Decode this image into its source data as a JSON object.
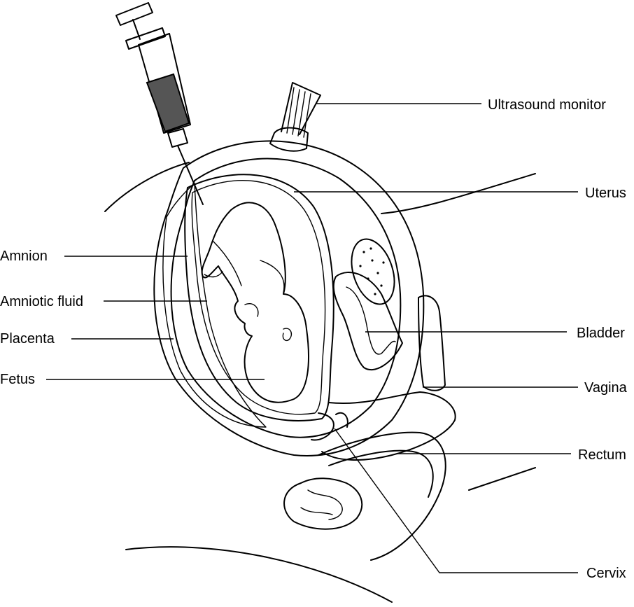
{
  "labels": {
    "ultrasound_monitor": "Ultrasound monitor",
    "uterus": "Uterus",
    "amnion": "Amnion",
    "amniotic_fluid": "Amniotic fluid",
    "placenta": "Placenta",
    "fetus": "Fetus",
    "bladder": "Bladder",
    "vagina": "Vagina",
    "rectum": "Rectum",
    "cervix": "Cervix"
  },
  "colors": {
    "line": "#000000",
    "fluid": "#d9d9d9",
    "syringe_liquid": "#555555",
    "background": "#ffffff"
  }
}
